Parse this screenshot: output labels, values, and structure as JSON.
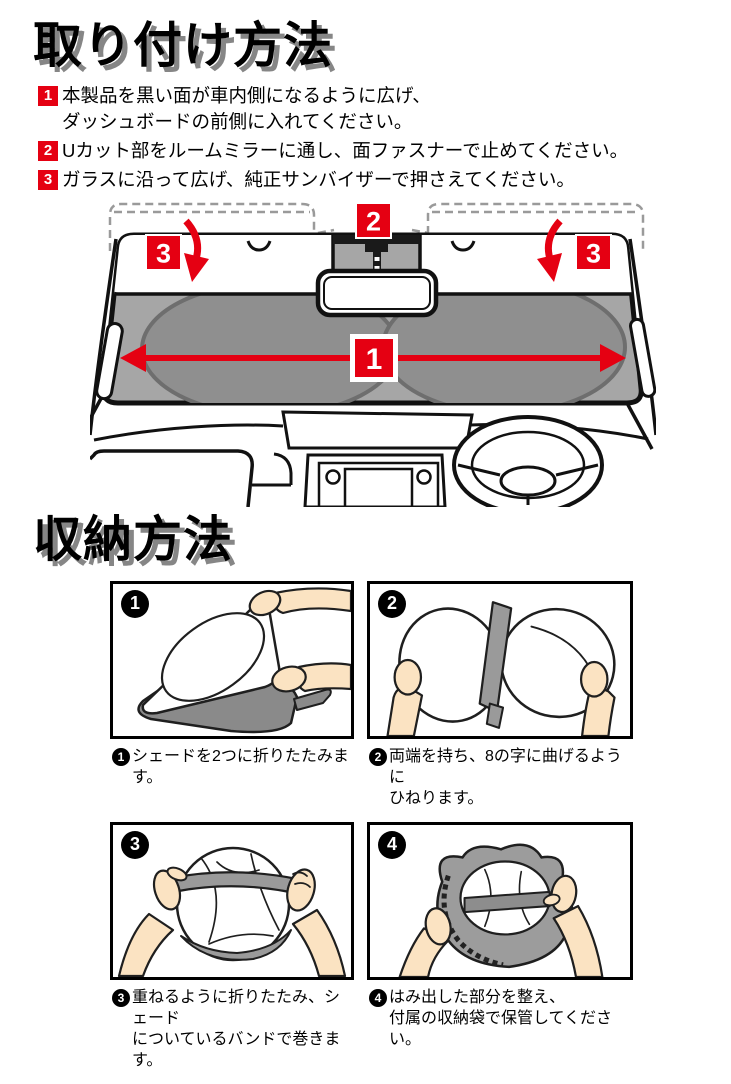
{
  "install": {
    "title": "取り付け方法",
    "steps": [
      {
        "num": "1",
        "line1": "本製品を黒い面が車内側になるように広げ、",
        "line2": "ダッシュボードの前側に入れてください。"
      },
      {
        "num": "2",
        "line1": "Uカット部をルームミラーに通し、面ファスナーで止めてください。"
      },
      {
        "num": "3",
        "line1": "ガラスに沿って広げ、純正サンバイザーで押さえてください。"
      }
    ],
    "diagram": {
      "width_label": "1",
      "mirror_label": "2",
      "visor_left_label": "3",
      "visor_right_label": "3"
    }
  },
  "storage": {
    "title": "収納方法",
    "steps": [
      {
        "num": "1",
        "cap1": "シェードを2つに折りたたみます。"
      },
      {
        "num": "2",
        "cap1": "両端を持ち、8の字に曲げるように",
        "cap2": "ひねります。"
      },
      {
        "num": "3",
        "cap1": "重ねるように折りたたみ、シェード",
        "cap2": "についているバンドで巻きます。"
      },
      {
        "num": "4",
        "cap1": "はみ出した部分を整え、",
        "cap2": "付属の収納袋で保管してください。"
      }
    ]
  },
  "colors": {
    "accent_red": "#e50012",
    "title_shadow": "#868686",
    "shade_gray": "#a6a6a6",
    "shade_oval": "#8f8f8f",
    "skin": "#fbe3c2"
  }
}
